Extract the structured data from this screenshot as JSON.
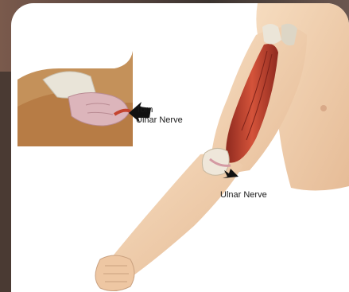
{
  "labels": {
    "torn_line1": "Torn",
    "torn_line2": "Ulnar Nerve",
    "ulnar_nerve": "Ulnar Nerve"
  },
  "colors": {
    "skin": "#f1d2b0",
    "skin_shadow": "#e1b894",
    "muscle": "#c4442f",
    "muscle_dark": "#8f2a1f",
    "tendon": "#e9e4d8",
    "nerve": "#dfb0b6",
    "arrow": "#111111"
  }
}
